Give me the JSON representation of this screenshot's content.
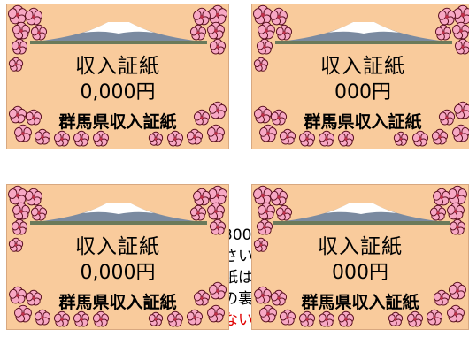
{
  "background_text": {
    "line1": "）",
    "line2": "300",
    "line3": "さい",
    "line4": "紙は",
    "line5": "の裏",
    "line6": "ない"
  },
  "stamps": [
    {
      "title": "収入証紙",
      "amount": "0,000円",
      "issuer": "群馬県収入証紙"
    },
    {
      "title": "収入証紙",
      "amount": "000円",
      "issuer": "群馬県収入証紙"
    },
    {
      "title": "収入証紙",
      "amount": "0,000円",
      "issuer": "群馬県収入証紙"
    },
    {
      "title": "収入証紙",
      "amount": "000円",
      "issuer": "群馬県収入証紙"
    }
  ],
  "colors": {
    "stamp_background": "#f9cb9c",
    "blossom_pink": "#f7a8c4",
    "blossom_outline": "#5a1020",
    "warning_text": "#e00000"
  },
  "icons": [
    "mount-fuji-icon",
    "cherry-blossom-icon"
  ]
}
